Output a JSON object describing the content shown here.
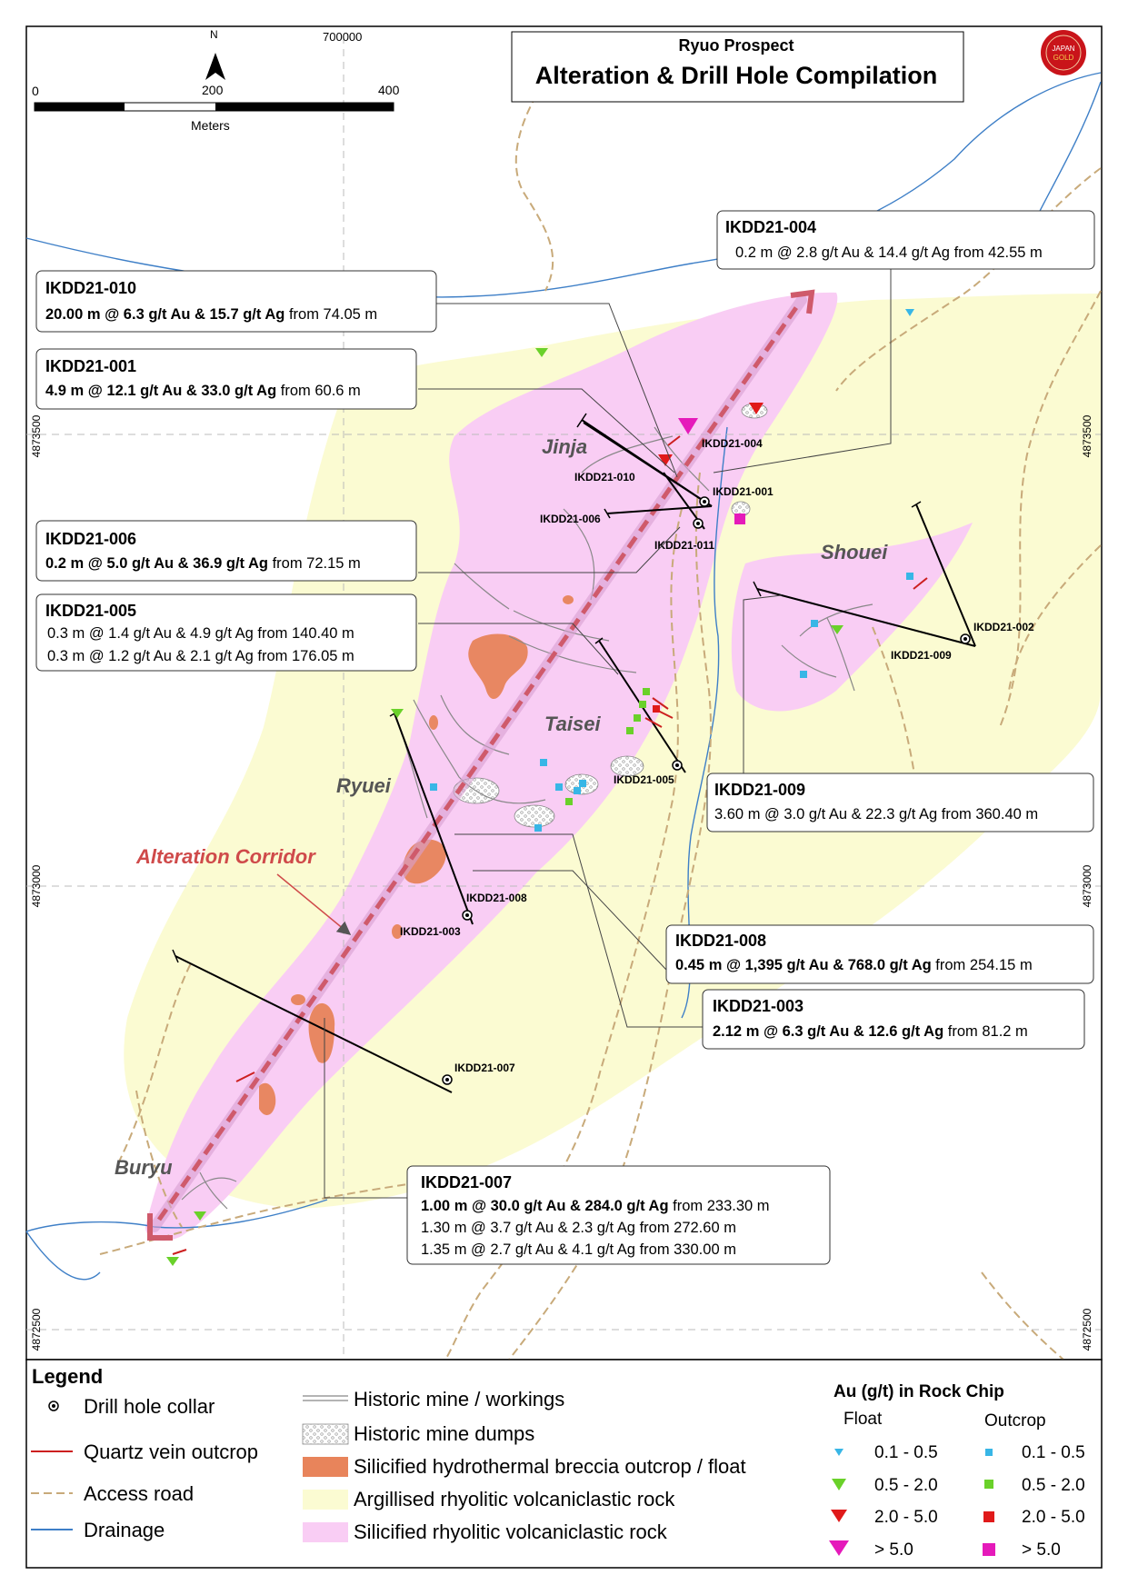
{
  "title": {
    "subtitle": "Ryuo Prospect",
    "main": "Alteration & Drill Hole Compilation"
  },
  "logo": {
    "line1": "JAPAN",
    "line2": "GOLD"
  },
  "scale": {
    "north": "N",
    "ticks": [
      "0",
      "200",
      "400"
    ],
    "units": "Meters"
  },
  "grid": {
    "easting": "700000",
    "northings": [
      "4873500",
      "4873000",
      "4872500"
    ]
  },
  "prospects": [
    "Jinja",
    "Shouei",
    "Taisei",
    "Ryuei",
    "Buryu"
  ],
  "corridor_label": "Alteration Corridor",
  "collars": [
    "IKDD21-004",
    "IKDD21-010",
    "IKDD21-001",
    "IKDD21-006",
    "IKDD21-011",
    "IKDD21-002",
    "IKDD21-009",
    "IKDD21-005",
    "IKDD21-008",
    "IKDD21-003",
    "IKDD21-007"
  ],
  "callouts": [
    {
      "id": "IKDD21-004",
      "lines": [
        {
          "bold": "",
          "rest": "0.2 m @ 2.8 g/t Au & 14.4 g/t Ag from 42.55 m"
        }
      ]
    },
    {
      "id": "IKDD21-010",
      "lines": [
        {
          "bold": "20.00 m @ 6.3 g/t Au & 15.7 g/t Ag",
          "rest": " from 74.05 m"
        }
      ]
    },
    {
      "id": "IKDD21-001",
      "lines": [
        {
          "bold": "4.9 m @ 12.1 g/t Au & 33.0 g/t Ag",
          "rest": " from 60.6 m"
        }
      ]
    },
    {
      "id": "IKDD21-006",
      "lines": [
        {
          "bold": "0.2 m @ 5.0 g/t Au & 36.9 g/t Ag",
          "rest": " from 72.15 m"
        }
      ]
    },
    {
      "id": "IKDD21-005",
      "lines": [
        {
          "bold": "",
          "rest": "0.3 m @ 1.4 g/t Au & 4.9 g/t Ag from 140.40 m"
        },
        {
          "bold": "",
          "rest": "0.3 m @ 1.2 g/t Au & 2.1 g/t Ag from 176.05 m"
        }
      ]
    },
    {
      "id": "IKDD21-009",
      "lines": [
        {
          "bold": "",
          "rest": "3.60 m @ 3.0 g/t Au & 22.3 g/t Ag from 360.40 m"
        }
      ]
    },
    {
      "id": "IKDD21-008",
      "lines": [
        {
          "bold": "0.45 m @ 1,395 g/t Au & 768.0 g/t Ag",
          "rest": " from 254.15 m"
        }
      ]
    },
    {
      "id": "IKDD21-003",
      "lines": [
        {
          "bold": "2.12 m @ 6.3 g/t Au & 12.6 g/t Ag",
          "rest": " from 81.2 m"
        }
      ]
    },
    {
      "id": "IKDD21-007",
      "lines": [
        {
          "bold": "1.00 m @ 30.0 g/t Au & 284.0 g/t Ag",
          "rest": " from 233.30 m"
        },
        {
          "bold": "",
          "rest": "1.30 m @ 3.7 g/t Au & 2.3 g/t Ag from 272.60 m"
        },
        {
          "bold": "",
          "rest": "1.35 m @ 2.7 g/t Au & 4.1 g/t Ag from 330.00 m"
        }
      ]
    }
  ],
  "legend": {
    "title": "Legend",
    "items": [
      "Drill hole collar",
      "Quartz vein outcrop",
      "Access road",
      "Drainage",
      "Historic mine / workings",
      "Historic mine dumps",
      "Silicified hydrothermal breccia outcrop / float",
      "Argillised rhyolitic volcaniclastic rock",
      "Silicified rhyolitic volcaniclastic rock"
    ],
    "rock_chip_title": "Au (g/t) in Rock Chip",
    "float_label": "Float",
    "outcrop_label": "Outcrop",
    "classes": [
      "0.1 - 0.5",
      "0.5 - 2.0",
      "2.0 - 5.0",
      "> 5.0"
    ]
  },
  "colors": {
    "silicified": "#f9cdf4",
    "argillised": "#fbfbd2",
    "breccia": "#e8845b",
    "road": "#c8aa7a",
    "drainage": "#3e7fc7",
    "quartz_vein": "#cc1f1f",
    "corridor": "#cf5a6b",
    "class_colors": [
      "#38b6e6",
      "#6ad12a",
      "#e01a1a",
      "#e51aba"
    ]
  }
}
